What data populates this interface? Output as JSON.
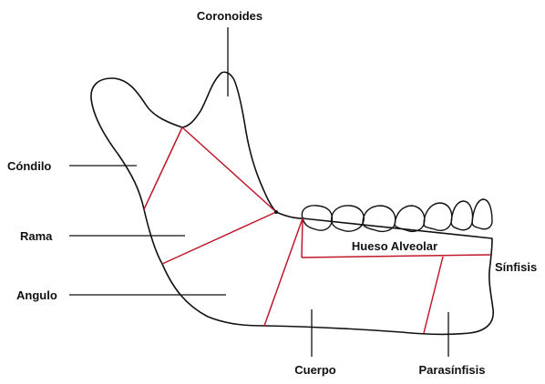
{
  "labels": {
    "coronoides": "Coronoides",
    "condilo": "Cóndilo",
    "rama": "Rama",
    "angulo": "Angulo",
    "cuerpo": "Cuerpo",
    "parasinfisis": "Parasínfisis",
    "sinfisis": "Sínfisis",
    "hueso_alveolar": "Hueso Alveolar"
  },
  "colors": {
    "outline": "#111111",
    "region_lines": "#c0182a",
    "leader_lines": "#111111",
    "background": "#ffffff"
  }
}
